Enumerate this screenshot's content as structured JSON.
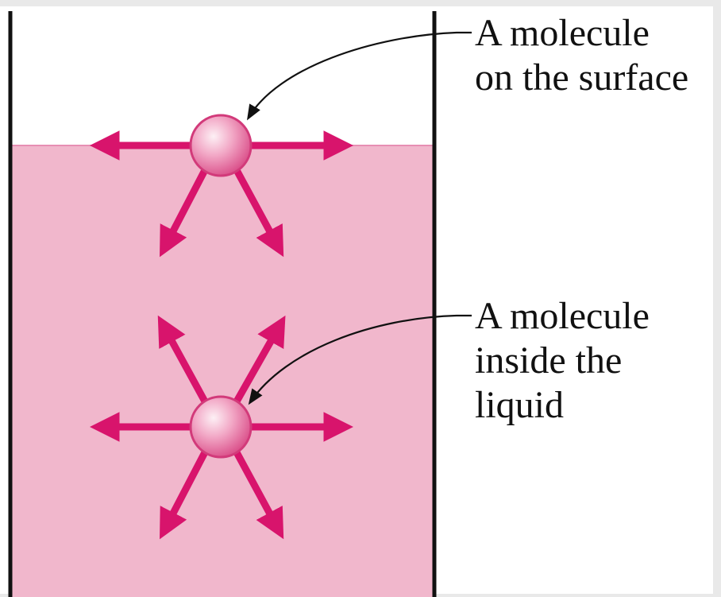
{
  "labels": {
    "surface": {
      "line1": "A molecule",
      "line2": "on the surface"
    },
    "inside": {
      "line1": "A molecule",
      "line2": "inside the",
      "line3": "liquid"
    }
  },
  "colors": {
    "liquid": "#f1b7cc",
    "arrow": "#d8146c",
    "molecule_light": "#fbe3ec",
    "molecule_dark": "#d94a86",
    "container_wall": "#111111",
    "background": "#ffffff",
    "frame": "#e9e9e9"
  }
}
